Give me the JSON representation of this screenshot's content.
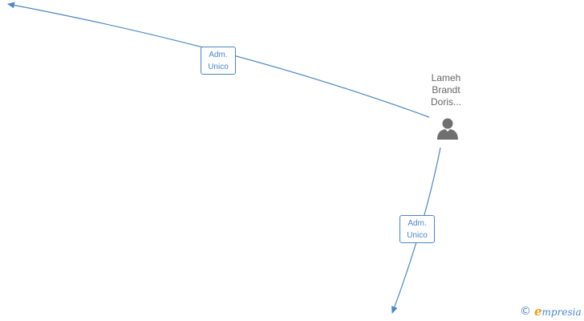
{
  "person": {
    "name_lines": [
      "Lameh",
      "Brandt",
      "Doris..."
    ],
    "icon": "person-icon"
  },
  "relations": [
    {
      "role_line1": "Adm.",
      "role_line2": "Unico",
      "target": "offscreen-top-left"
    },
    {
      "role_line1": "Adm.",
      "role_line2": "Unico",
      "target": "offscreen-bottom"
    }
  ],
  "brand": {
    "copyright_symbol": "©",
    "initial": "e",
    "name_rest": "mpresia"
  },
  "colors": {
    "edge": "#4a86c8",
    "person_icon": "#6f6f6f",
    "text": "#666666",
    "brand_accent": "#f39c12"
  }
}
